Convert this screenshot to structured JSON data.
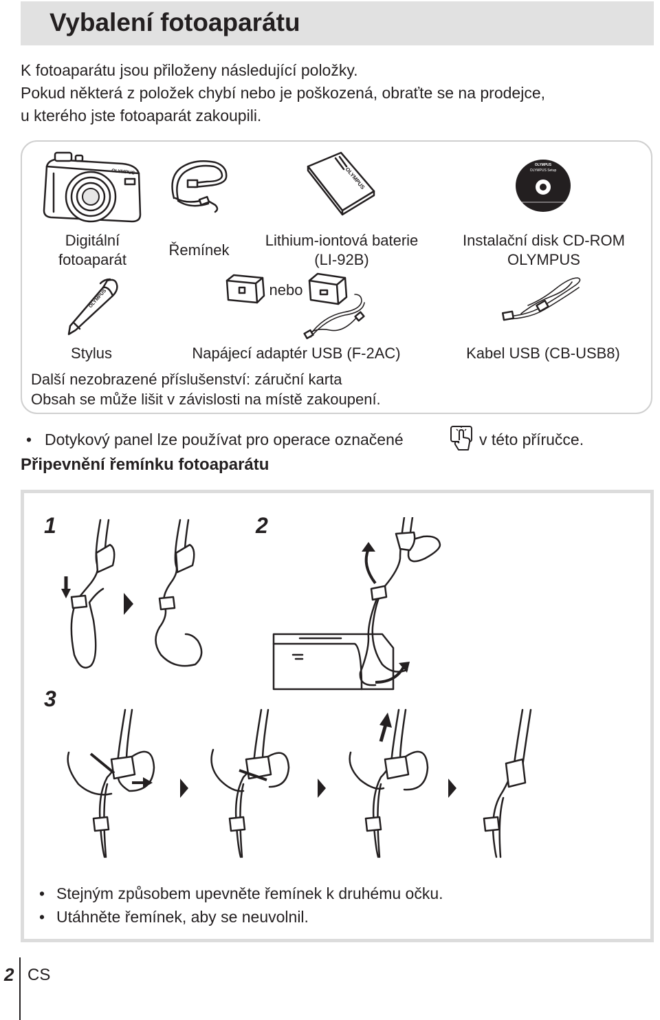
{
  "page": {
    "title": "Vybalení fotoaparátu",
    "intro_line1": "K fotoaparátu jsou přiloženy následující položky.",
    "intro_line2": "Pokud některá z položek chybí nebo je poškozená, obraťte se na prodejce,",
    "intro_line3": "u kterého jste fotoaparát zakoupili."
  },
  "items": {
    "camera_l1": "Digitální",
    "camera_l2": "fotoaparát",
    "strap": "Řemínek",
    "battery_l1": "Lithium-iontová baterie",
    "battery_l2": "(LI-92B)",
    "cd_l1": "Instalační disk CD-ROM",
    "cd_l2": "OLYMPUS",
    "or": "nebo",
    "stylus": "Stylus",
    "adapter": "Napájecí adaptér USB (F-2AC)",
    "usb_cable": "Kabel USB (CB-USB8)",
    "camera_brand": "OLYMPUS",
    "battery_brand": "OLYMPUS",
    "stylus_brand": "OLYMPUS",
    "cd_brand": "OLYMPUS",
    "cd_setup": "OLYMPUS Setup"
  },
  "notes": {
    "extra": "Další nezobrazené příslušenství: záruční karta",
    "varies": "Obsah se může lišit v závislosti na místě zakoupení."
  },
  "touch_note": {
    "before": "Dotykový panel lze používat pro operace označené",
    "after": "v této příručce.",
    "icon": "touch-icon"
  },
  "strap_section": {
    "heading": "Připevnění řemínku fotoaparátu",
    "step1": "1",
    "step2": "2",
    "step3": "3",
    "bullet1": "Stejným způsobem upevněte řemínek k druhému očku.",
    "bullet2": "Utáhněte řemínek, aby se neuvolnil."
  },
  "footer": {
    "page_number": "2",
    "language": "CS"
  }
}
